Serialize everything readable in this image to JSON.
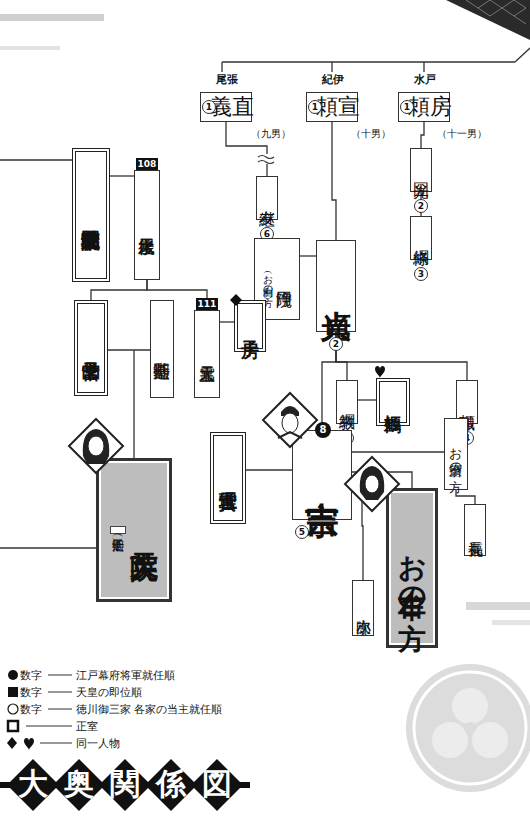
{
  "diagram": {
    "title": "大奥関係図",
    "nodes": [
      {
        "text": [
          "尾張",
          "1",
          "義直",
          "（九男）"
        ]
      },
      {
        "text": [
          "紀伊",
          "1",
          "頼宣",
          "（十男）"
        ]
      },
      {
        "text": [
          "水戸",
          "1",
          "頼房",
          "（十一男）"
        ]
      },
      {
        "text": [
          "東福門院和子"
        ]
      },
      {
        "text": [
          "108",
          "後水尾天皇"
        ]
      },
      {
        "text": [
          "光圀",
          "2"
        ]
      },
      {
        "text": [
          "継友",
          "6"
        ]
      },
      {
        "text": [
          "綱條",
          "3"
        ]
      },
      {
        "text": [
          "浄円院",
          "（お由利の方）"
        ]
      },
      {
        "text": [
          "光貞",
          "2"
        ]
      },
      {
        "text": [
          "品宮常子"
        ]
      },
      {
        "text": [
          "近衛基熙"
        ]
      },
      {
        "text": [
          "111",
          "霊元天皇"
        ]
      },
      {
        "text": [
          "房子"
        ]
      },
      {
        "text": [
          "綱教",
          "3"
        ]
      },
      {
        "text": [
          "鶴姫"
        ]
      },
      {
        "text": [
          "頼職",
          "4"
        ]
      },
      {
        "text": [
          "お須磨の方"
        ]
      },
      {
        "text": [
          "真宮理子"
        ]
      },
      {
        "text": [
          "8",
          "吉宗",
          "5"
        ]
      },
      {
        "text": [
          "天英院",
          "（近衛熙子）"
        ]
      },
      {
        "text": [
          "お古牟の方"
        ]
      },
      {
        "text": [
          "長福丸"
        ]
      },
      {
        "text": [
          "小次郎"
        ]
      }
    ],
    "edges": [
      {
        "from": 0,
        "to": 6,
        "arrow": "none"
      },
      {
        "from": 2,
        "to": 5,
        "arrow": "none"
      },
      {
        "from": 5,
        "to": 7,
        "arrow": "none"
      },
      {
        "from": 1,
        "to": 9,
        "arrow": "none"
      },
      {
        "from": 8,
        "to": 9,
        "arrow": "none"
      },
      {
        "from": 4,
        "to": 3,
        "arrow": "none"
      },
      {
        "from": 4,
        "to": 10,
        "arrow": "none"
      },
      {
        "from": 4,
        "to": 12,
        "arrow": "none"
      },
      {
        "from": 10,
        "to": 11,
        "arrow": "none"
      },
      {
        "from": 11,
        "to": 20,
        "arrow": "none"
      },
      {
        "from": 12,
        "to": 13,
        "arrow": "none"
      },
      {
        "from": 9,
        "to": 14,
        "arrow": "none"
      },
      {
        "from": 9,
        "to": 16,
        "arrow": "none"
      },
      {
        "from": 9,
        "to": 19,
        "arrow": "none"
      },
      {
        "from": 14,
        "to": 15,
        "arrow": "none"
      },
      {
        "from": 19,
        "to": 18,
        "arrow": "none"
      },
      {
        "from": 19,
        "to": 17,
        "arrow": "none"
      },
      {
        "from": 19,
        "to": 21,
        "arrow": "none"
      },
      {
        "from": 17,
        "to": 22,
        "arrow": "none"
      },
      {
        "from": 21,
        "to": 23,
        "arrow": "none"
      }
    ],
    "labels": [
      "数字",
      "数字",
      "数字"
    ],
    "legend": [
      {
        "text": "江戸幕府将軍就任順"
      },
      {
        "text": "天皇の即位順"
      },
      {
        "text": "徳川御三家 各家の当主就任順"
      },
      {
        "text": "正室"
      },
      {
        "text": "同一人物"
      }
    ]
  }
}
